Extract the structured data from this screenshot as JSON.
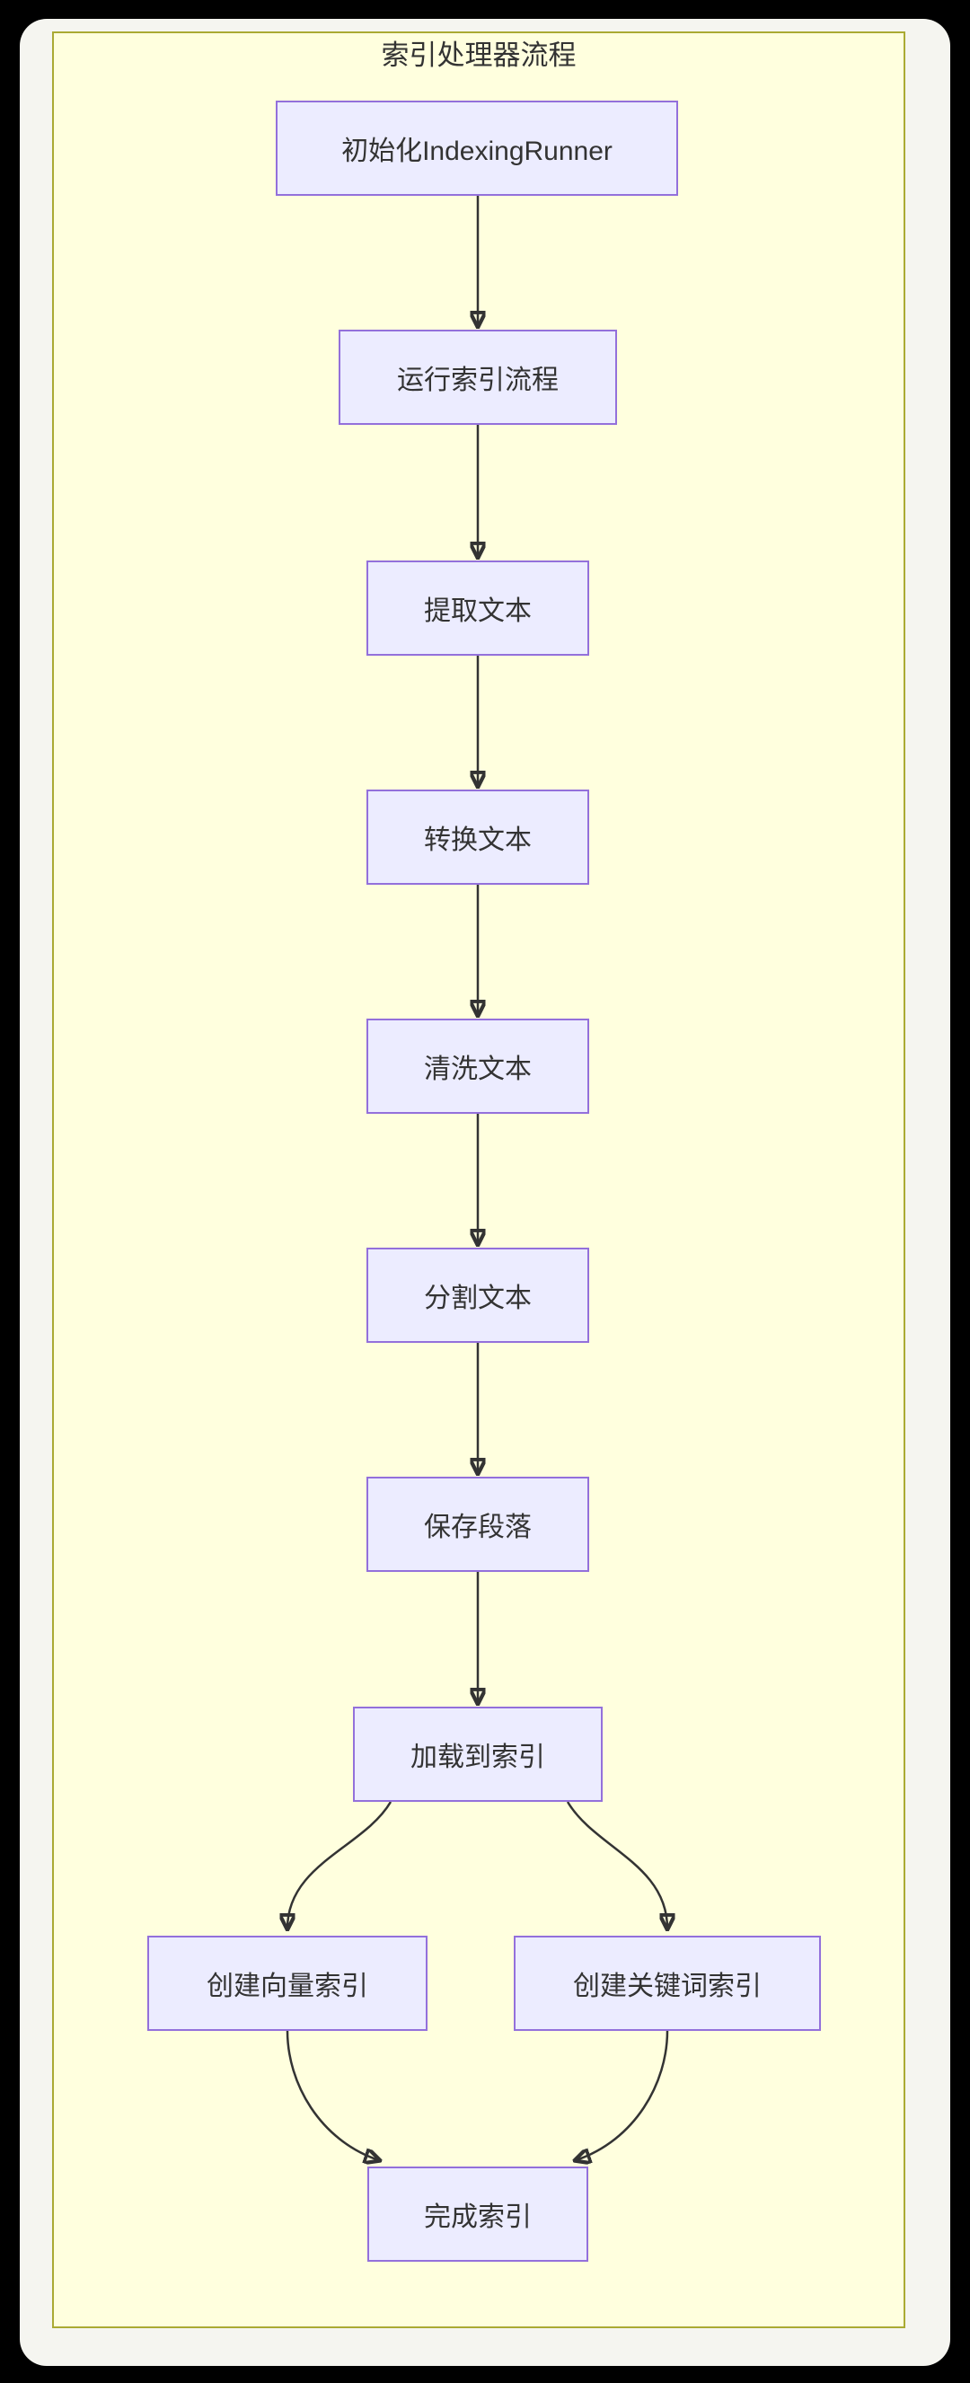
{
  "diagram": {
    "type": "flowchart",
    "direction": "top-down",
    "title": "索引处理器流程",
    "nodes": [
      {
        "id": "init",
        "label": "初始化IndexingRunner"
      },
      {
        "id": "run",
        "label": "运行索引流程"
      },
      {
        "id": "extract",
        "label": "提取文本"
      },
      {
        "id": "transform",
        "label": "转换文本"
      },
      {
        "id": "clean",
        "label": "清洗文本"
      },
      {
        "id": "split",
        "label": "分割文本"
      },
      {
        "id": "save",
        "label": "保存段落"
      },
      {
        "id": "load",
        "label": "加载到索引"
      },
      {
        "id": "vector",
        "label": "创建向量索引"
      },
      {
        "id": "keyword",
        "label": "创建关键词索引"
      },
      {
        "id": "complete",
        "label": "完成索引"
      }
    ],
    "edges": [
      {
        "from": "init",
        "to": "run"
      },
      {
        "from": "run",
        "to": "extract"
      },
      {
        "from": "extract",
        "to": "transform"
      },
      {
        "from": "transform",
        "to": "clean"
      },
      {
        "from": "clean",
        "to": "split"
      },
      {
        "from": "split",
        "to": "save"
      },
      {
        "from": "save",
        "to": "load"
      },
      {
        "from": "load",
        "to": "vector"
      },
      {
        "from": "load",
        "to": "keyword"
      },
      {
        "from": "vector",
        "to": "complete"
      },
      {
        "from": "keyword",
        "to": "complete"
      }
    ],
    "colors": {
      "node_fill": "#ECECFF",
      "node_border": "#9370DB",
      "cluster_fill": "#FFFFDE",
      "cluster_border": "#AAAA33",
      "edge": "#333333",
      "text": "#333333",
      "card_background": "#F5F5F0",
      "page_background": "#000000"
    }
  }
}
